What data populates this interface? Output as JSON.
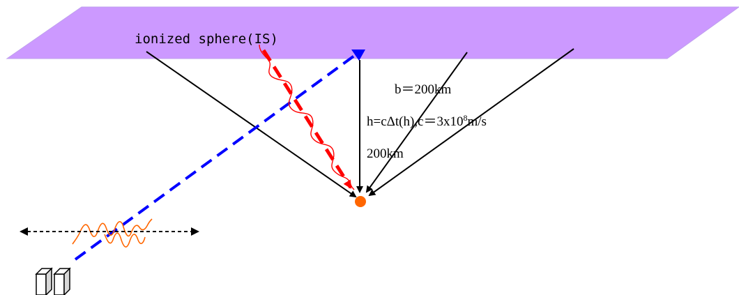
{
  "colors": {
    "plane": "#cc99ff",
    "ray": "#000000",
    "blue_path": "#0000ff",
    "red_path": "#ff0000",
    "wave": "#ff6600",
    "point": "#ff6600"
  },
  "labels": {
    "ionized_sphere": "ionized sphere(IS)",
    "b_value": "b＝200km",
    "h_formula_pre": "h=cΔt(h),c＝3x10",
    "h_formula_sup": "8",
    "h_formula_post": "m/s",
    "depth": "200km"
  },
  "icons": {
    "arrow_ends": "double-headed-arrow",
    "receiver": "antenna-boxes-icon"
  }
}
